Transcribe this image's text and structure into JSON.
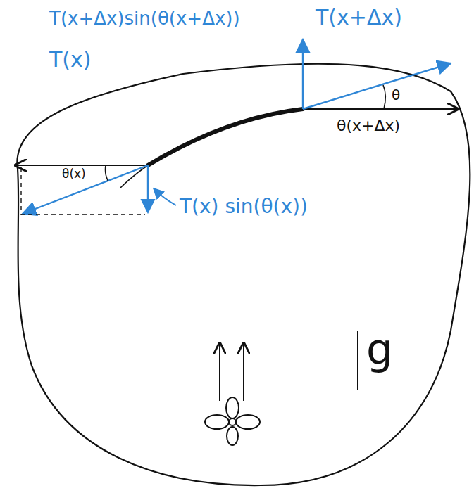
{
  "diagram": {
    "labels": [
      "T(x+Δx)sin(θ(x+Δx))",
      "T(x+Δx)",
      "T(x)",
      "θ(x)",
      "θ",
      "θ(x+Δx)",
      "T(x) sin(θ(x))",
      "g"
    ]
  }
}
